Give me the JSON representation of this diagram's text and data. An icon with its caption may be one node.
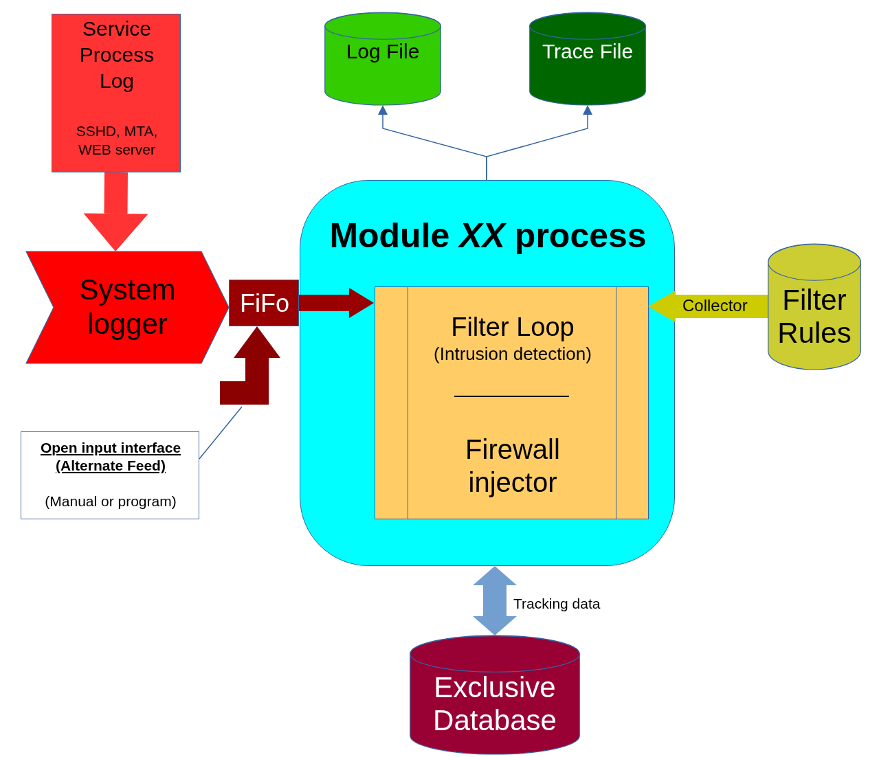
{
  "diagram": {
    "nodes": [
      {
        "text": [
          "Service Process Log",
          "SSHD, MTA, WEB server"
        ]
      },
      {
        "text": [
          "System logger"
        ]
      },
      {
        "text": [
          "FiFo"
        ]
      },
      {
        "text": [
          "Module *XX* process"
        ]
      },
      {
        "text": [
          "Filter Loop",
          "(Intrusion detection)",
          "Firewall injector"
        ],
        "in": 3
      },
      {
        "text": [
          "Log File"
        ]
      },
      {
        "text": [
          "Trace File"
        ]
      },
      {
        "text": [
          "Filter Rules"
        ]
      },
      {
        "text": [
          "Exclusive Database"
        ]
      },
      {
        "text": [
          "Open input interface (Alternate Feed)",
          "(Manual or program)"
        ]
      }
    ],
    "edges": [
      {
        "from": 0,
        "to": 1,
        "arrow": "to",
        "color": "#ff3333"
      },
      {
        "from": 2,
        "to": 4,
        "arrow": "to",
        "color": "#990000"
      },
      {
        "from": 3,
        "to": 5,
        "arrow": "to"
      },
      {
        "from": 3,
        "to": 6,
        "arrow": "to"
      },
      {
        "from": 7,
        "to": 4,
        "arrow": "to",
        "label": "Collector",
        "color": "#cccc00"
      },
      {
        "from": 3,
        "to": 8,
        "arrow": "both",
        "label": "Tracking data",
        "color": "#729fcf"
      },
      {
        "from": null,
        "to": 2,
        "arrow": "to",
        "color": "#8b0000"
      },
      {
        "from": 9,
        "to": null,
        "arrow": "none"
      }
    ]
  }
}
